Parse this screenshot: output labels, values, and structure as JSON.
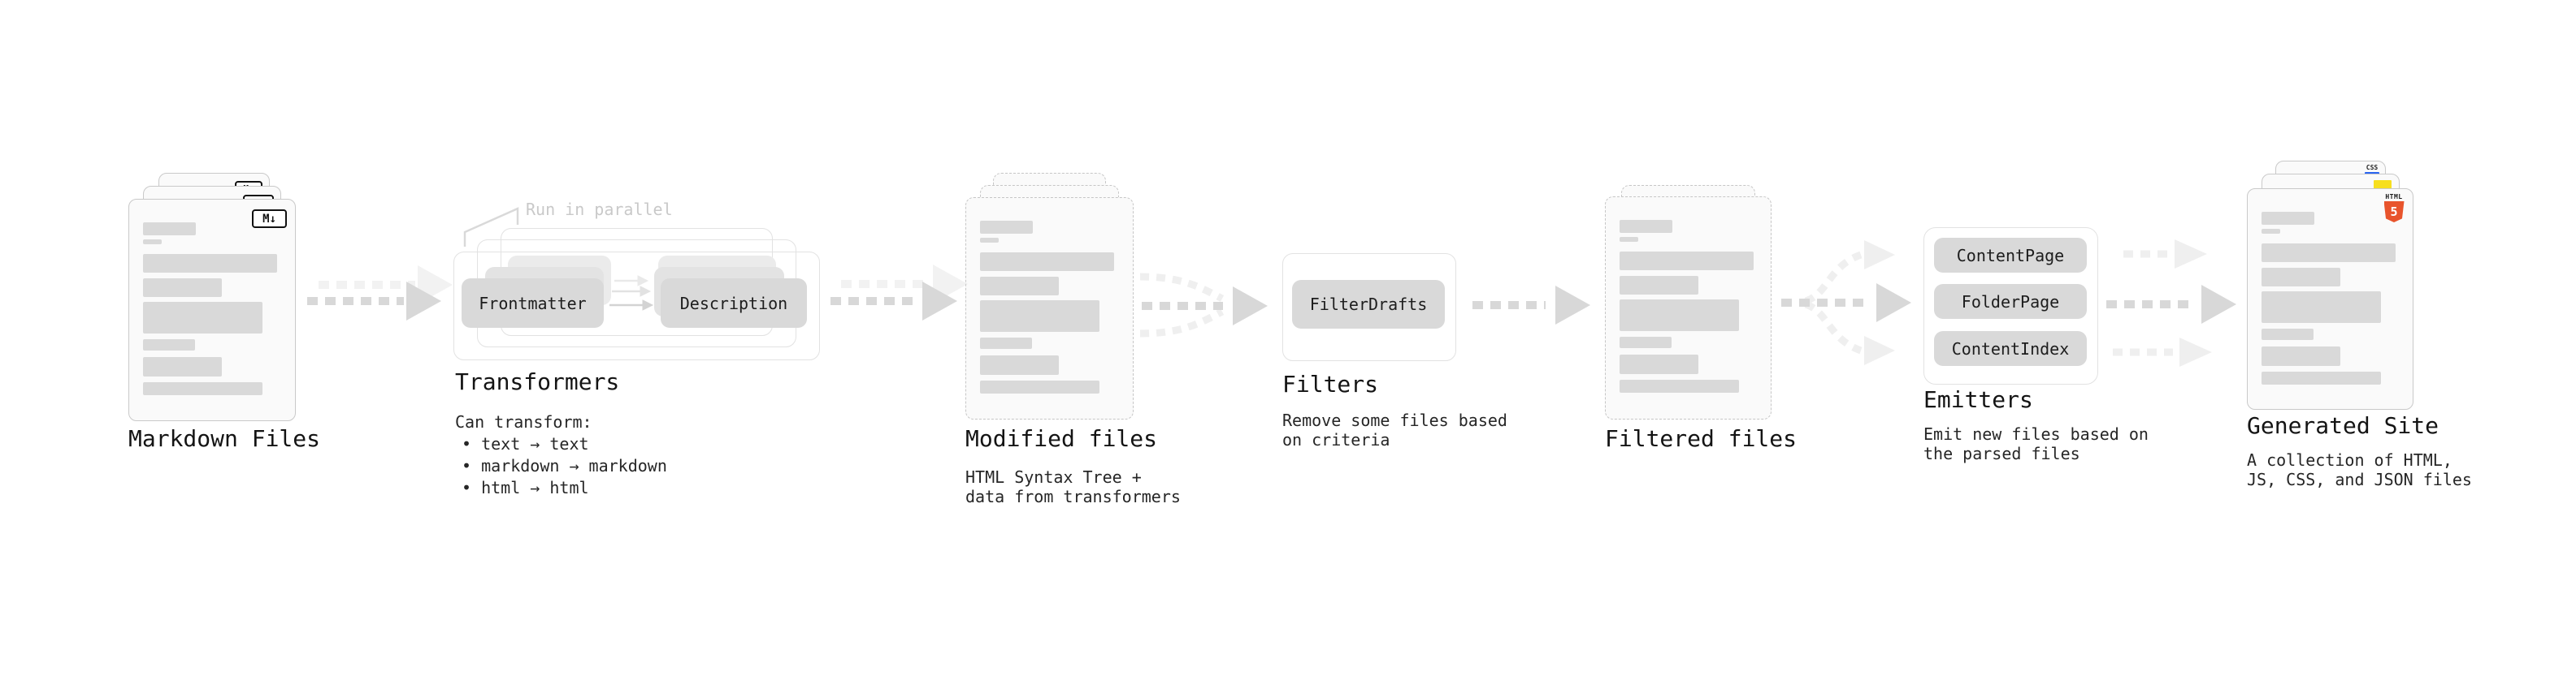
{
  "diagram": {
    "markdown": {
      "label": "Markdown Files",
      "badge": "M↓"
    },
    "transformers": {
      "heading": "Transformers",
      "annotation": "Run in parallel",
      "pill_left": "Frontmatter",
      "pill_right": "Description",
      "body_intro": "Can transform:",
      "bullets": [
        "• text → text",
        "• markdown → markdown",
        "• html → html"
      ]
    },
    "modified": {
      "label": "Modified files",
      "subtitle": "HTML Syntax Tree +\ndata from transformers"
    },
    "filters": {
      "heading": "Filters",
      "pill": "FilterDrafts",
      "subtitle": "Remove some files based\non criteria"
    },
    "filtered": {
      "label": "Filtered files"
    },
    "emitters": {
      "heading": "Emitters",
      "pills": [
        "ContentPage",
        "FolderPage",
        "ContentIndex"
      ],
      "subtitle": "Emit new files based on\nthe parsed files"
    },
    "generated": {
      "label": "Generated Site",
      "subtitle": "A collection of HTML,\nJS, CSS, and JSON files",
      "badge_css": "CSS",
      "badge_html": "HTML",
      "badge_html_number": "5"
    }
  },
  "colors": {
    "arrow_gray": "#d8d8d8",
    "annotation_gray": "#c9c9c9",
    "pill_gray": "#d9d9d9",
    "skeleton_gray": "#d9d9d9",
    "html5_orange": "#e8542c",
    "js_yellow": "#f7df1e",
    "css_blue": "#2965f1"
  }
}
